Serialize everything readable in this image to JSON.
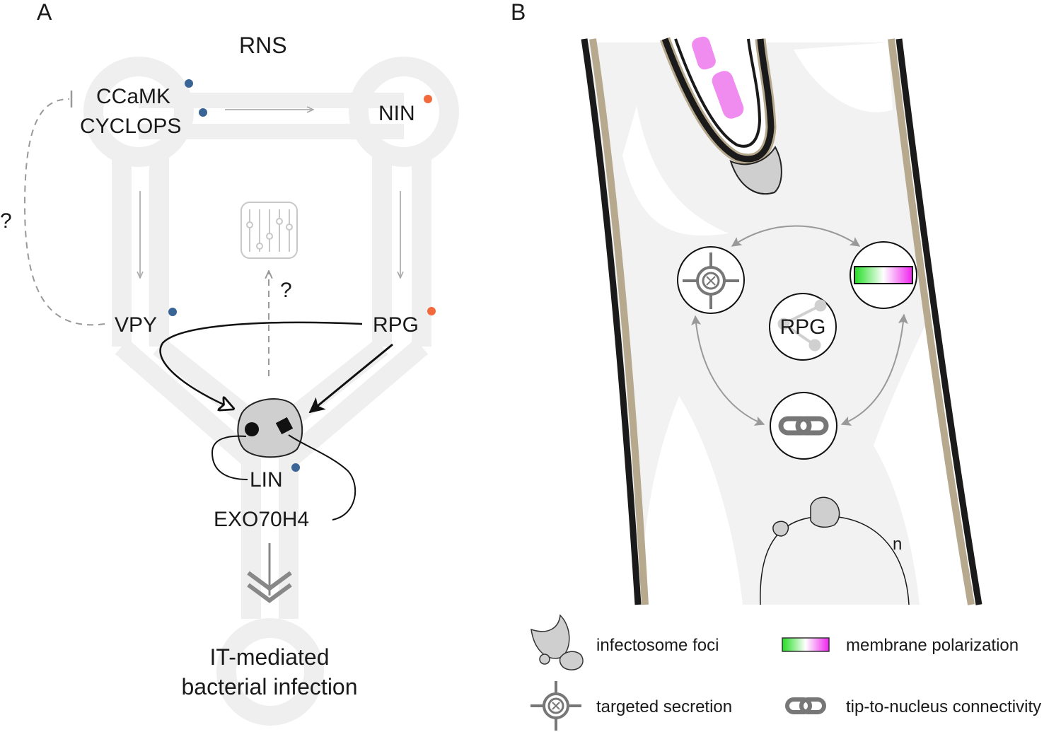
{
  "panel_a": {
    "panel_label": "A",
    "title": "RNS",
    "nodes": {
      "ccamk": "CCaMK",
      "cyclops": "CYCLOPS",
      "nin": "NIN",
      "vpy": "VPY",
      "rpg": "RPG",
      "lin": "LIN",
      "exo70h4": "EXO70H4"
    },
    "question_left": "?",
    "question_mid": "?",
    "outcome_line1": "IT-mediated",
    "outcome_line2": "bacterial infection",
    "dot_colors": {
      "blue": "#3a6496",
      "orange": "#f26a3b"
    }
  },
  "panel_b": {
    "panel_label": "B",
    "center_label": "RPG",
    "nucleus_label": "n"
  },
  "legend": {
    "infectosome": "infectosome foci",
    "polarization": "membrane polarization",
    "secretion": "targeted secretion",
    "connectivity": "tip-to-nucleus connectivity",
    "gradient_start": "#22dd22",
    "gradient_end": "#ee22ee"
  }
}
